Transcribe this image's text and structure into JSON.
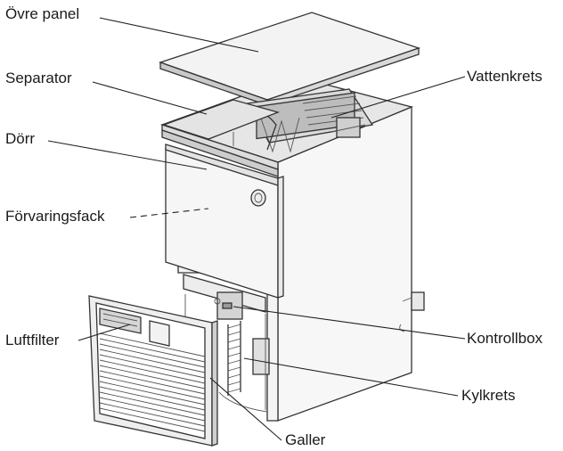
{
  "labels": {
    "ovre_panel": "Övre panel",
    "separator": "Separator",
    "dorr": "Dörr",
    "forvaringsfack": "Förvaringsfack",
    "luftfilter": "Luftfilter",
    "vattenkrets": "Vattenkrets",
    "kontrollbox": "Kontrollbox",
    "kylkrets": "Kylkrets",
    "galler": "Galler"
  },
  "colors": {
    "line": "#222222",
    "panel_light": "#f2f2f2",
    "panel_mid": "#dcdcdc",
    "panel_dark": "#b8b8b8",
    "background": "#ffffff"
  }
}
